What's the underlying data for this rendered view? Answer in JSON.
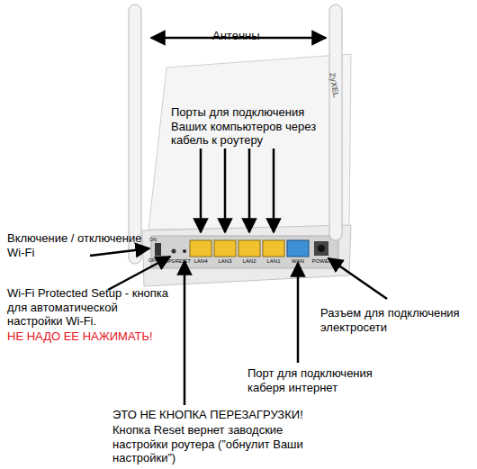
{
  "diagram": {
    "labels": [
      "Антенны",
      "Порты для подключения Ваших компьютеров через кабель к роутеру",
      "Включение / отключение Wi-Fi",
      "Wi-Fi Protected Setup - кнопка для автоматической настройки Wi-Fi.",
      "НЕ НАДО ЕЕ НАЖИМАТЬ!",
      "Разъем для подключения электросети",
      "Порт для подключения каберя интернет",
      "ЭТО НЕ КНОПКА ПЕРЕЗАГРУЗКИ!",
      "Кнопка Reset вернет заводские настройки роутера (”обнулит Ваши настройки”)",
      "ZyXEL",
      "LAN4",
      "LAN3",
      "LAN2",
      "LAN1",
      "WAN",
      "POWER",
      "ON",
      "OFF",
      "WPS/RESET"
    ]
  }
}
